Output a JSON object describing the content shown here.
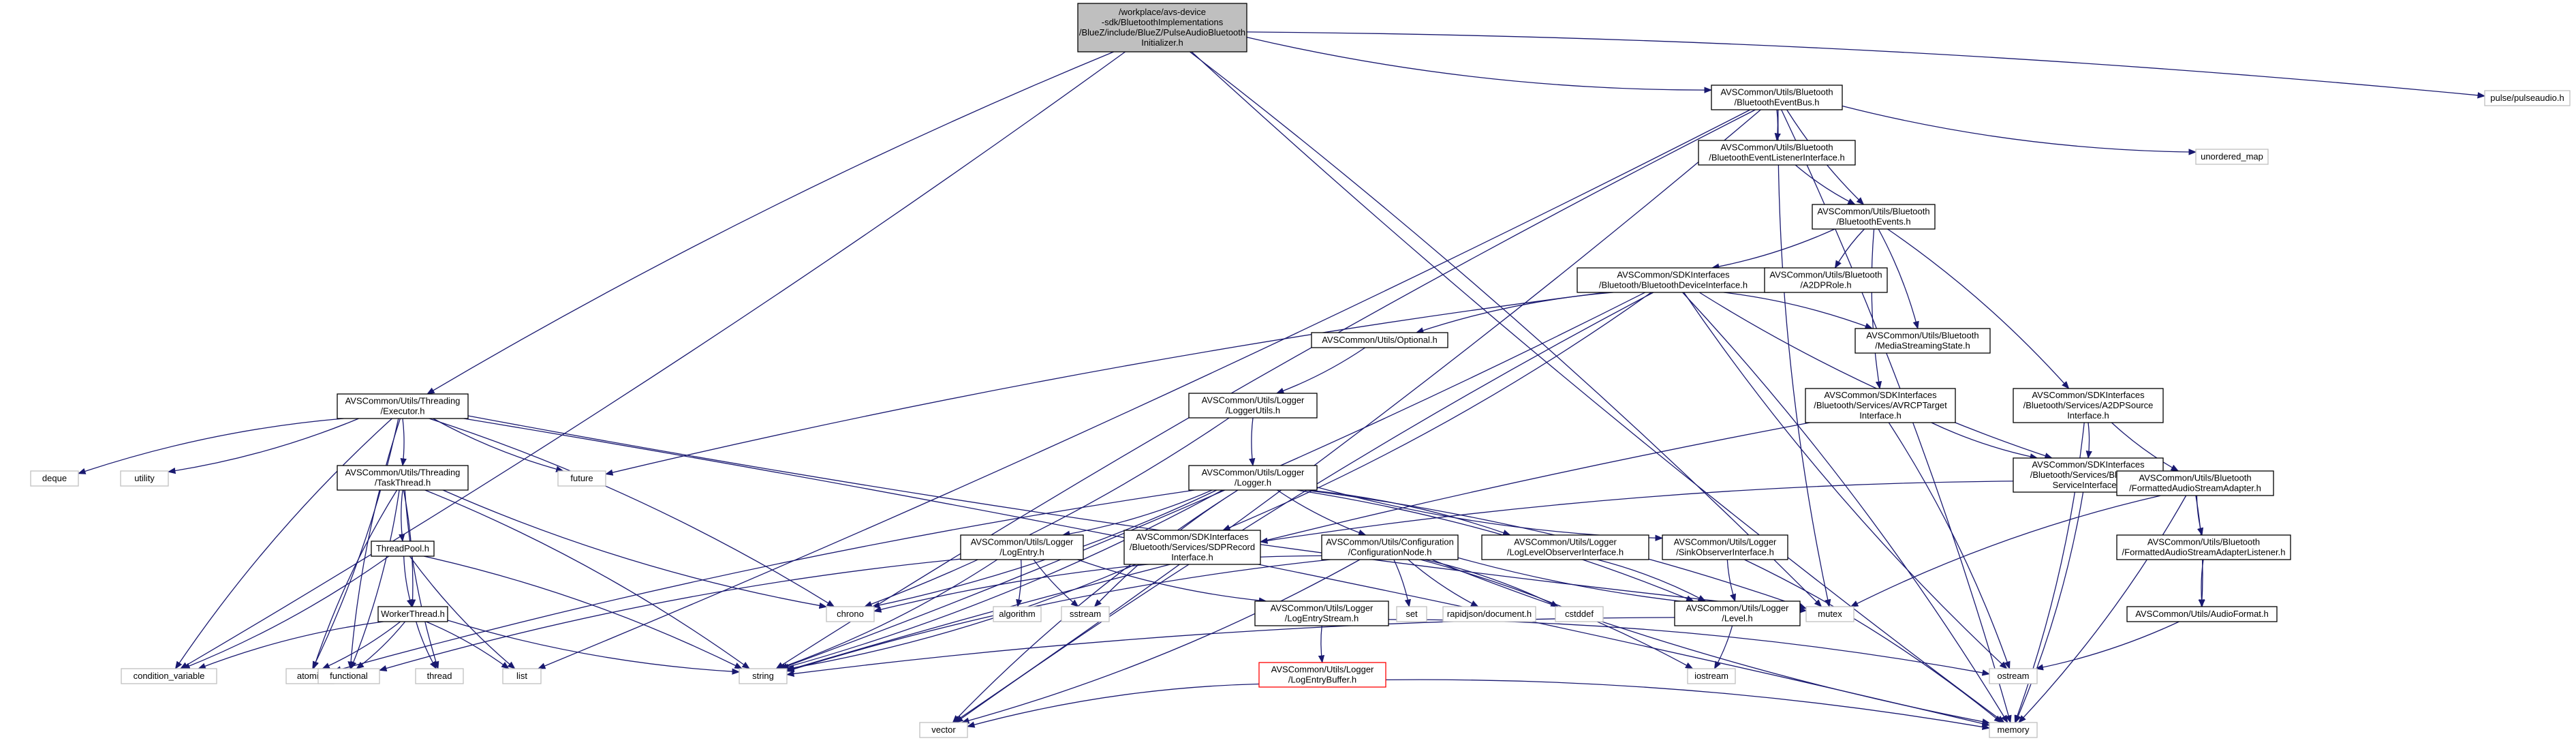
{
  "colors": {
    "edge": "#191970",
    "root_fill": "#bfbfbf",
    "root_border": "#000000",
    "internal_border": "#000000",
    "external_border": "#bfbfbf",
    "missing_border": "#ff0000",
    "node_fill": "#ffffff"
  },
  "nodes": [
    {
      "id": "root",
      "kind": "root",
      "lines": [
        "/workplace/avs-device",
        "-sdk/BluetoothImplementations",
        "/BlueZ/include/BlueZ/PulseAudioBluetooth",
        "Initializer.h"
      ]
    },
    {
      "id": "eventbus",
      "kind": "internal",
      "lines": [
        "AVSCommon/Utils/Bluetooth",
        "/BluetoothEventBus.h"
      ]
    },
    {
      "id": "pulseaudio",
      "kind": "external",
      "lines": [
        "pulse/pulseaudio.h"
      ]
    },
    {
      "id": "unordered_map",
      "kind": "external",
      "lines": [
        "unordered_map"
      ]
    },
    {
      "id": "eventlistener",
      "kind": "internal",
      "lines": [
        "AVSCommon/Utils/Bluetooth",
        "/BluetoothEventListenerInterface.h"
      ]
    },
    {
      "id": "events",
      "kind": "internal",
      "lines": [
        "AVSCommon/Utils/Bluetooth",
        "/BluetoothEvents.h"
      ]
    },
    {
      "id": "deviceiface",
      "kind": "internal",
      "lines": [
        "AVSCommon/SDKInterfaces",
        "/Bluetooth/BluetoothDeviceInterface.h"
      ]
    },
    {
      "id": "a2dprole",
      "kind": "internal",
      "lines": [
        "AVSCommon/Utils/Bluetooth",
        "/A2DPRole.h"
      ]
    },
    {
      "id": "mediastate",
      "kind": "internal",
      "lines": [
        "AVSCommon/Utils/Bluetooth",
        "/MediaStreamingState.h"
      ]
    },
    {
      "id": "optional",
      "kind": "internal",
      "lines": [
        "AVSCommon/Utils/Optional.h"
      ]
    },
    {
      "id": "loggerutils",
      "kind": "internal",
      "lines": [
        "AVSCommon/Utils/Logger",
        "/LoggerUtils.h"
      ]
    },
    {
      "id": "executor",
      "kind": "internal",
      "lines": [
        "AVSCommon/Utils/Threading",
        "/Executor.h"
      ]
    },
    {
      "id": "avrcp",
      "kind": "internal",
      "lines": [
        "AVSCommon/SDKInterfaces",
        "/Bluetooth/Services/AVRCPTarget",
        "Interface.h"
      ]
    },
    {
      "id": "a2dpsource",
      "kind": "internal",
      "lines": [
        "AVSCommon/SDKInterfaces",
        "/Bluetooth/Services/A2DPSource",
        "Interface.h"
      ]
    },
    {
      "id": "deque",
      "kind": "external",
      "lines": [
        "deque"
      ]
    },
    {
      "id": "utility",
      "kind": "external",
      "lines": [
        "utility"
      ]
    },
    {
      "id": "future",
      "kind": "external",
      "lines": [
        "future"
      ]
    },
    {
      "id": "taskthread",
      "kind": "internal",
      "lines": [
        "AVSCommon/Utils/Threading",
        "/TaskThread.h"
      ]
    },
    {
      "id": "logger",
      "kind": "internal",
      "lines": [
        "AVSCommon/Utils/Logger",
        "/Logger.h"
      ]
    },
    {
      "id": "serviceiface",
      "kind": "internal",
      "lines": [
        "AVSCommon/SDKInterfaces",
        "/Bluetooth/Services/Bluetooth",
        "ServiceInterface.h"
      ]
    },
    {
      "id": "fmtadapter",
      "kind": "internal",
      "lines": [
        "AVSCommon/Utils/Bluetooth",
        "/FormattedAudioStreamAdapter.h"
      ]
    },
    {
      "id": "threadpool",
      "kind": "internal",
      "lines": [
        "ThreadPool.h"
      ]
    },
    {
      "id": "logentry",
      "kind": "internal",
      "lines": [
        "AVSCommon/Utils/Logger",
        "/LogEntry.h"
      ]
    },
    {
      "id": "sdprecord",
      "kind": "internal",
      "lines": [
        "AVSCommon/SDKInterfaces",
        "/Bluetooth/Services/SDPRecord",
        "Interface.h"
      ]
    },
    {
      "id": "confignode",
      "kind": "internal",
      "lines": [
        "AVSCommon/Utils/Configuration",
        "/ConfigurationNode.h"
      ]
    },
    {
      "id": "loglevelobs",
      "kind": "internal",
      "lines": [
        "AVSCommon/Utils/Logger",
        "/LogLevelObserverInterface.h"
      ]
    },
    {
      "id": "sinkobs",
      "kind": "internal",
      "lines": [
        "AVSCommon/Utils/Logger",
        "/SinkObserverInterface.h"
      ]
    },
    {
      "id": "fmtlistener",
      "kind": "internal",
      "lines": [
        "AVSCommon/Utils/Bluetooth",
        "/FormattedAudioStreamAdapterListener.h"
      ]
    },
    {
      "id": "workerthread",
      "kind": "internal",
      "lines": [
        "WorkerThread.h"
      ]
    },
    {
      "id": "algorithm",
      "kind": "external",
      "lines": [
        "algorithm"
      ]
    },
    {
      "id": "sstream",
      "kind": "external",
      "lines": [
        "sstream"
      ]
    },
    {
      "id": "chrono",
      "kind": "external",
      "lines": [
        "chrono"
      ]
    },
    {
      "id": "set",
      "kind": "external",
      "lines": [
        "set"
      ]
    },
    {
      "id": "rapidjson",
      "kind": "external",
      "lines": [
        "rapidjson/document.h"
      ]
    },
    {
      "id": "cstddef",
      "kind": "external",
      "lines": [
        "cstddef"
      ]
    },
    {
      "id": "mutex",
      "kind": "external",
      "lines": [
        "mutex"
      ]
    },
    {
      "id": "level",
      "kind": "internal",
      "lines": [
        "AVSCommon/Utils/Logger",
        "/Level.h"
      ]
    },
    {
      "id": "audioformat",
      "kind": "internal",
      "lines": [
        "AVSCommon/Utils/AudioFormat.h"
      ]
    },
    {
      "id": "logentrystream",
      "kind": "internal",
      "lines": [
        "AVSCommon/Utils/Logger",
        "/LogEntryStream.h"
      ]
    },
    {
      "id": "condvar",
      "kind": "external",
      "lines": [
        "condition_variable"
      ]
    },
    {
      "id": "atomic",
      "kind": "external",
      "lines": [
        "atomic"
      ]
    },
    {
      "id": "functional",
      "kind": "external",
      "lines": [
        "functional"
      ]
    },
    {
      "id": "thread",
      "kind": "external",
      "lines": [
        "thread"
      ]
    },
    {
      "id": "list",
      "kind": "external",
      "lines": [
        "list"
      ]
    },
    {
      "id": "string",
      "kind": "external",
      "lines": [
        "string"
      ]
    },
    {
      "id": "iostream",
      "kind": "external",
      "lines": [
        "iostream"
      ]
    },
    {
      "id": "ostream",
      "kind": "external",
      "lines": [
        "ostream"
      ]
    },
    {
      "id": "logentrybuffer",
      "kind": "missing",
      "lines": [
        "AVSCommon/Utils/Logger",
        "/LogEntryBuffer.h"
      ]
    },
    {
      "id": "vector",
      "kind": "external",
      "lines": [
        "vector"
      ]
    },
    {
      "id": "memory",
      "kind": "external",
      "lines": [
        "memory"
      ]
    }
  ],
  "edges": [
    [
      "root",
      "eventbus"
    ],
    [
      "root",
      "pulseaudio"
    ],
    [
      "root",
      "executor"
    ],
    [
      "root",
      "condvar"
    ],
    [
      "root",
      "memory"
    ],
    [
      "root",
      "mutex"
    ],
    [
      "eventbus",
      "unordered_map"
    ],
    [
      "eventbus",
      "eventlistener"
    ],
    [
      "eventbus",
      "events"
    ],
    [
      "eventbus",
      "list"
    ],
    [
      "eventbus",
      "string"
    ],
    [
      "eventbus",
      "vector"
    ],
    [
      "eventbus",
      "mutex"
    ],
    [
      "eventbus",
      "memory"
    ],
    [
      "eventlistener",
      "events"
    ],
    [
      "events",
      "deviceiface"
    ],
    [
      "events",
      "a2dprole"
    ],
    [
      "events",
      "mediastate"
    ],
    [
      "events",
      "avrcp"
    ],
    [
      "events",
      "a2dpsource"
    ],
    [
      "deviceiface",
      "optional"
    ],
    [
      "deviceiface",
      "mediastate"
    ],
    [
      "deviceiface",
      "future"
    ],
    [
      "deviceiface",
      "string"
    ],
    [
      "deviceiface",
      "vector"
    ],
    [
      "deviceiface",
      "sdprecord"
    ],
    [
      "deviceiface",
      "serviceiface"
    ],
    [
      "deviceiface",
      "memory"
    ],
    [
      "deviceiface",
      "ostream"
    ],
    [
      "optional",
      "loggerutils"
    ],
    [
      "loggerutils",
      "logger"
    ],
    [
      "loggerutils",
      "chrono"
    ],
    [
      "executor",
      "deque"
    ],
    [
      "executor",
      "utility"
    ],
    [
      "executor",
      "future"
    ],
    [
      "executor",
      "taskthread"
    ],
    [
      "executor",
      "condvar"
    ],
    [
      "executor",
      "atomic"
    ],
    [
      "executor",
      "functional"
    ],
    [
      "executor",
      "chrono"
    ],
    [
      "executor",
      "mutex"
    ],
    [
      "executor",
      "memory"
    ],
    [
      "avrcp",
      "serviceiface"
    ],
    [
      "avrcp",
      "ostream"
    ],
    [
      "avrcp",
      "string"
    ],
    [
      "a2dpsource",
      "serviceiface"
    ],
    [
      "a2dpsource",
      "fmtadapter"
    ],
    [
      "a2dpsource",
      "memory"
    ],
    [
      "taskthread",
      "threadpool"
    ],
    [
      "taskthread",
      "workerthread"
    ],
    [
      "taskthread",
      "atomic"
    ],
    [
      "taskthread",
      "functional"
    ],
    [
      "taskthread",
      "thread"
    ],
    [
      "taskthread",
      "string"
    ],
    [
      "taskthread",
      "chrono"
    ],
    [
      "logger",
      "logentry"
    ],
    [
      "logger",
      "confignode"
    ],
    [
      "logger",
      "loglevelobs"
    ],
    [
      "logger",
      "sinkobs"
    ],
    [
      "logger",
      "level"
    ],
    [
      "logger",
      "atomic"
    ],
    [
      "logger",
      "chrono"
    ],
    [
      "logger",
      "sstream"
    ],
    [
      "logger",
      "string"
    ],
    [
      "logger",
      "vector"
    ],
    [
      "logger",
      "mutex"
    ],
    [
      "serviceiface",
      "sdprecord"
    ],
    [
      "serviceiface",
      "memory"
    ],
    [
      "fmtadapter",
      "fmtlistener"
    ],
    [
      "fmtadapter",
      "audioformat"
    ],
    [
      "fmtadapter",
      "mutex"
    ],
    [
      "fmtadapter",
      "memory"
    ],
    [
      "threadpool",
      "workerthread"
    ],
    [
      "threadpool",
      "condvar"
    ],
    [
      "threadpool",
      "list"
    ],
    [
      "threadpool",
      "string"
    ],
    [
      "logentry",
      "logentrystream"
    ],
    [
      "logentry",
      "algorithm"
    ],
    [
      "logentry",
      "sstream"
    ],
    [
      "logentry",
      "string"
    ],
    [
      "logentry",
      "functional"
    ],
    [
      "sdprecord",
      "string"
    ],
    [
      "confignode",
      "chrono"
    ],
    [
      "confignode",
      "set"
    ],
    [
      "confignode",
      "rapidjson"
    ],
    [
      "confignode",
      "cstddef"
    ],
    [
      "confignode",
      "mutex"
    ],
    [
      "confignode",
      "iostream"
    ],
    [
      "confignode",
      "string"
    ],
    [
      "confignode",
      "vector"
    ],
    [
      "confignode",
      "memory"
    ],
    [
      "loglevelobs",
      "level"
    ],
    [
      "sinkobs",
      "level"
    ],
    [
      "sinkobs",
      "memory"
    ],
    [
      "fmtlistener",
      "audioformat"
    ],
    [
      "workerthread",
      "atomic"
    ],
    [
      "workerthread",
      "condvar"
    ],
    [
      "workerthread",
      "functional"
    ],
    [
      "workerthread",
      "thread"
    ],
    [
      "workerthread",
      "list"
    ],
    [
      "workerthread",
      "string"
    ],
    [
      "level",
      "iostream"
    ],
    [
      "level",
      "string"
    ],
    [
      "audioformat",
      "ostream"
    ],
    [
      "logentrystream",
      "logentrybuffer"
    ],
    [
      "logentrystream",
      "ostream"
    ],
    [
      "logentrybuffer",
      "vector"
    ],
    [
      "logentrybuffer",
      "memory"
    ]
  ]
}
